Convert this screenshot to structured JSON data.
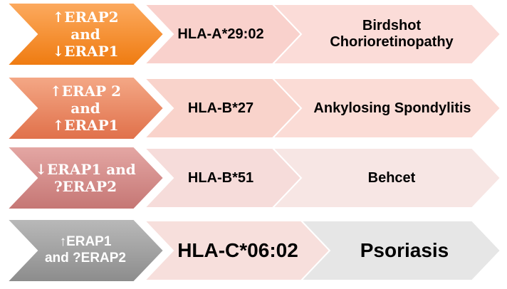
{
  "rows": [
    {
      "enzyme": "↑ERAP2\nand\n↓ERAP1",
      "allele": "HLA-A*29:02",
      "disease": "Birdshot\nChorioretinopathy",
      "colors": {
        "enzyme_light": "#fcaa5f",
        "enzyme_dark": "#ef7b10",
        "allele_fill": "#f9d1cc",
        "disease_fill": "#fbdcd8"
      }
    },
    {
      "enzyme": "↑ERAP 2\nand\n↑ERAP1",
      "allele": "HLA-B*27",
      "disease": "Ankylosing Spondylitis",
      "colors": {
        "enzyme_light": "#f4a886",
        "enzyme_dark": "#e0704a",
        "allele_fill": "#f9d3cb",
        "disease_fill": "#fbdcd6"
      }
    },
    {
      "enzyme": "↓ERAP1 and\n?ERAP2",
      "allele": "HLA-B*51",
      "disease": "Behcet",
      "colors": {
        "enzyme_light": "#e4a7a4",
        "enzyme_dark": "#c57674",
        "allele_fill": "#f6dcda",
        "disease_fill": "#f7e6e4"
      }
    },
    {
      "enzyme": "↑ERAP1\nand ?ERAP2",
      "allele": "HLA-C*06:02",
      "disease": "Psoriasis",
      "colors": {
        "enzyme_light": "#b9b9b9",
        "enzyme_dark": "#8c8c8c",
        "allele_fill": "#f7dfdc",
        "disease_fill": "#e6e6e6"
      }
    }
  ]
}
